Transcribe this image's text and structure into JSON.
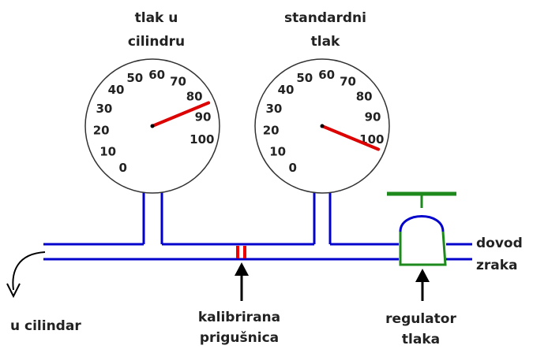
{
  "gauges": [
    {
      "id": "cylinder",
      "title_lines": [
        "tlak u",
        "cilindru"
      ],
      "scale_min": 0,
      "scale_max": 100,
      "ticks": [
        "0",
        "10",
        "20",
        "30",
        "40",
        "50",
        "60",
        "70",
        "80",
        "90",
        "100"
      ],
      "needle_value": 85,
      "needle_color": "#dd0000"
    },
    {
      "id": "standard",
      "title_lines": [
        "standardni",
        "tlak"
      ],
      "scale_min": 0,
      "scale_max": 100,
      "ticks": [
        "0",
        "10",
        "20",
        "30",
        "40",
        "50",
        "60",
        "70",
        "80",
        "90",
        "100"
      ],
      "needle_value": 103,
      "needle_color": "#dd0000"
    }
  ],
  "labels": {
    "supply_line1": "dovod",
    "supply_line2": "zraka",
    "to_cylinder": "u cilindar",
    "orifice_line1": "kalibrirana",
    "orifice_line2": "prigušnica",
    "regulator_line1": "regulator",
    "regulator_line2": "tlaka"
  },
  "colors": {
    "pipe": "#0000cc",
    "regulator_body": "#1e8a1e",
    "orifice": "#ee0000",
    "arrow": "#000000",
    "text": "#222222"
  }
}
